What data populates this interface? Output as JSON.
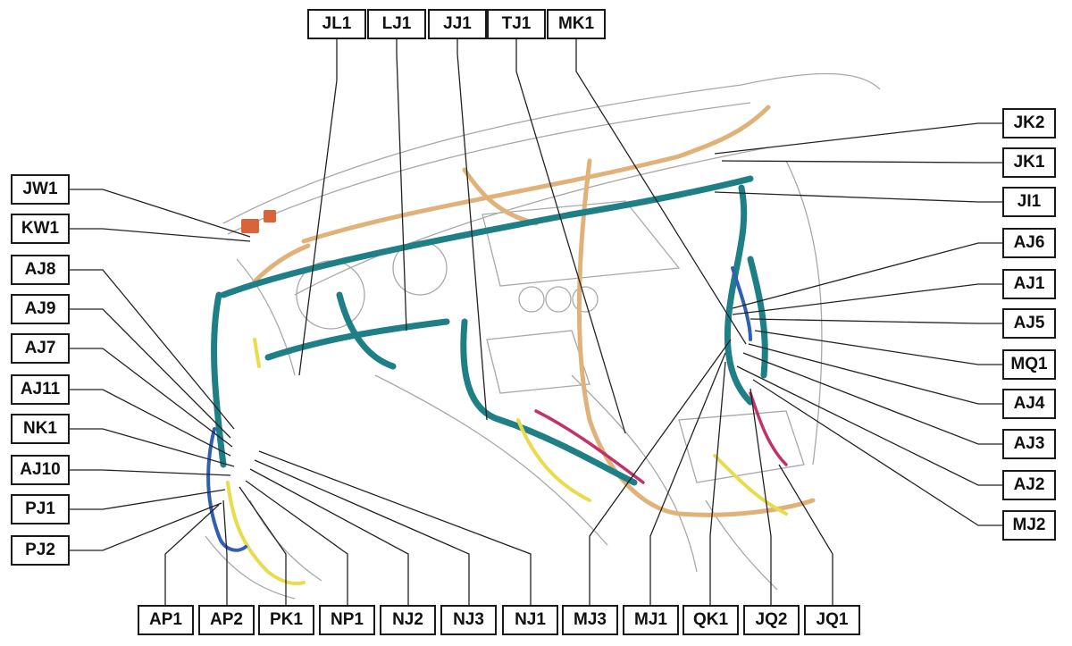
{
  "diagram": {
    "labels_top": [
      "JL1",
      "LJ1",
      "JJ1",
      "TJ1",
      "MK1"
    ],
    "labels_left": [
      "JW1",
      "KW1",
      "AJ8",
      "AJ9",
      "AJ7",
      "AJ11",
      "NK1",
      "AJ10",
      "PJ1",
      "PJ2"
    ],
    "labels_right": [
      "JK2",
      "JK1",
      "JI1",
      "AJ6",
      "AJ1",
      "AJ5",
      "MQ1",
      "AJ4",
      "AJ3",
      "AJ2",
      "MJ2"
    ],
    "labels_bottom": [
      "AP1",
      "AP2",
      "PK1",
      "NP1",
      "NJ2",
      "NJ3",
      "NJ1",
      "MJ3",
      "MJ1",
      "QK1",
      "JQ2",
      "JQ1"
    ],
    "colors": {
      "harness_teal": "#1e7f86",
      "harness_tan": "#e0b27a",
      "harness_yellow": "#e8dc4a",
      "harness_blue": "#2f5fb3",
      "harness_magenta": "#c2326a",
      "harness_orange": "#d8643a",
      "outline_gray": "#9a9a9a"
    }
  }
}
